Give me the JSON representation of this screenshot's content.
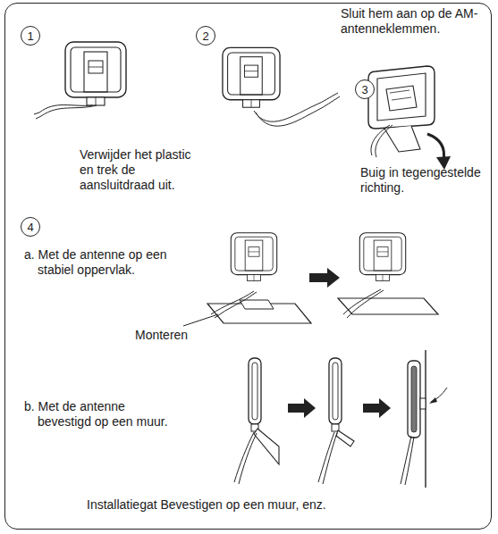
{
  "diagram": {
    "nodes": [
      {
        "text": [
          "Sluit hem aan op de AM-antenneklemmen.",
          "Verwijder het plastic en trek de aansluitdraad uit.",
          "Buig in tegengestelde richting.",
          "a. Met de antenne op een stabiel oppervlak.",
          "Monteren",
          "b. Met de antenne bevestigd op een muur.",
          "Installatiegat Bevestigen op een muur, enz."
        ]
      },
      {
        "text": [
          "1"
        ],
        "in": 0
      },
      {
        "text": [
          "2"
        ],
        "in": 0
      },
      {
        "text": [
          "3"
        ],
        "in": 0
      },
      {
        "text": [
          "4"
        ],
        "in": 0
      }
    ]
  }
}
